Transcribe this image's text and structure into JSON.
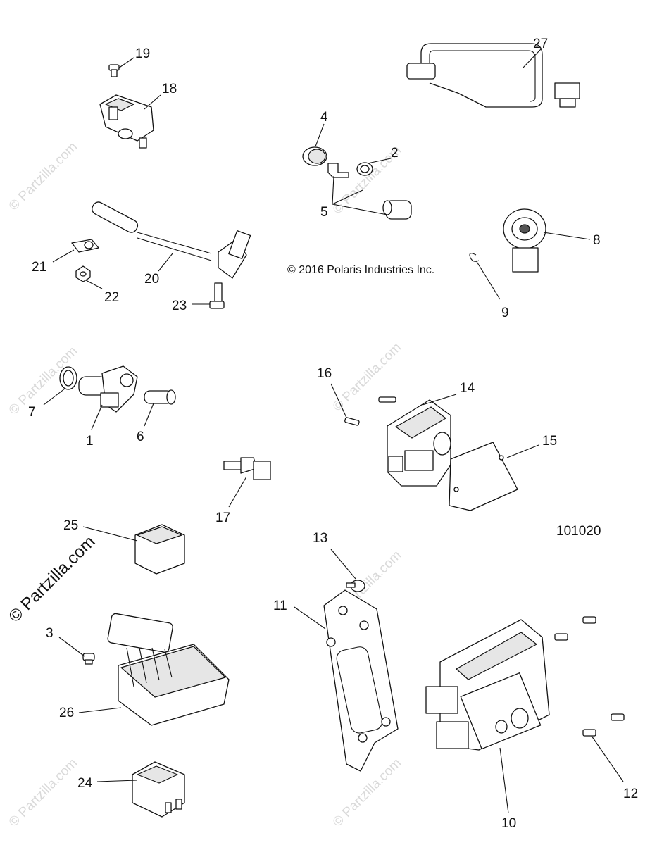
{
  "copyright": "© 2016 Polaris Industries Inc.",
  "diagram_number": "101020",
  "watermark_main": "© Partzilla.com",
  "watermark_faint": "© Partzilla.com",
  "callouts": {
    "c1": "1",
    "c2": "2",
    "c3": "3",
    "c4": "4",
    "c5": "5",
    "c6": "6",
    "c7": "7",
    "c8": "8",
    "c9": "9",
    "c10": "10",
    "c11": "11",
    "c12": "12",
    "c13": "13",
    "c14": "14",
    "c15": "15",
    "c16": "16",
    "c17": "17",
    "c18": "18",
    "c19": "19",
    "c20": "20",
    "c21": "21",
    "c22": "22",
    "c23": "23",
    "c24": "24",
    "c25": "25",
    "c26": "26",
    "c27": "27"
  }
}
